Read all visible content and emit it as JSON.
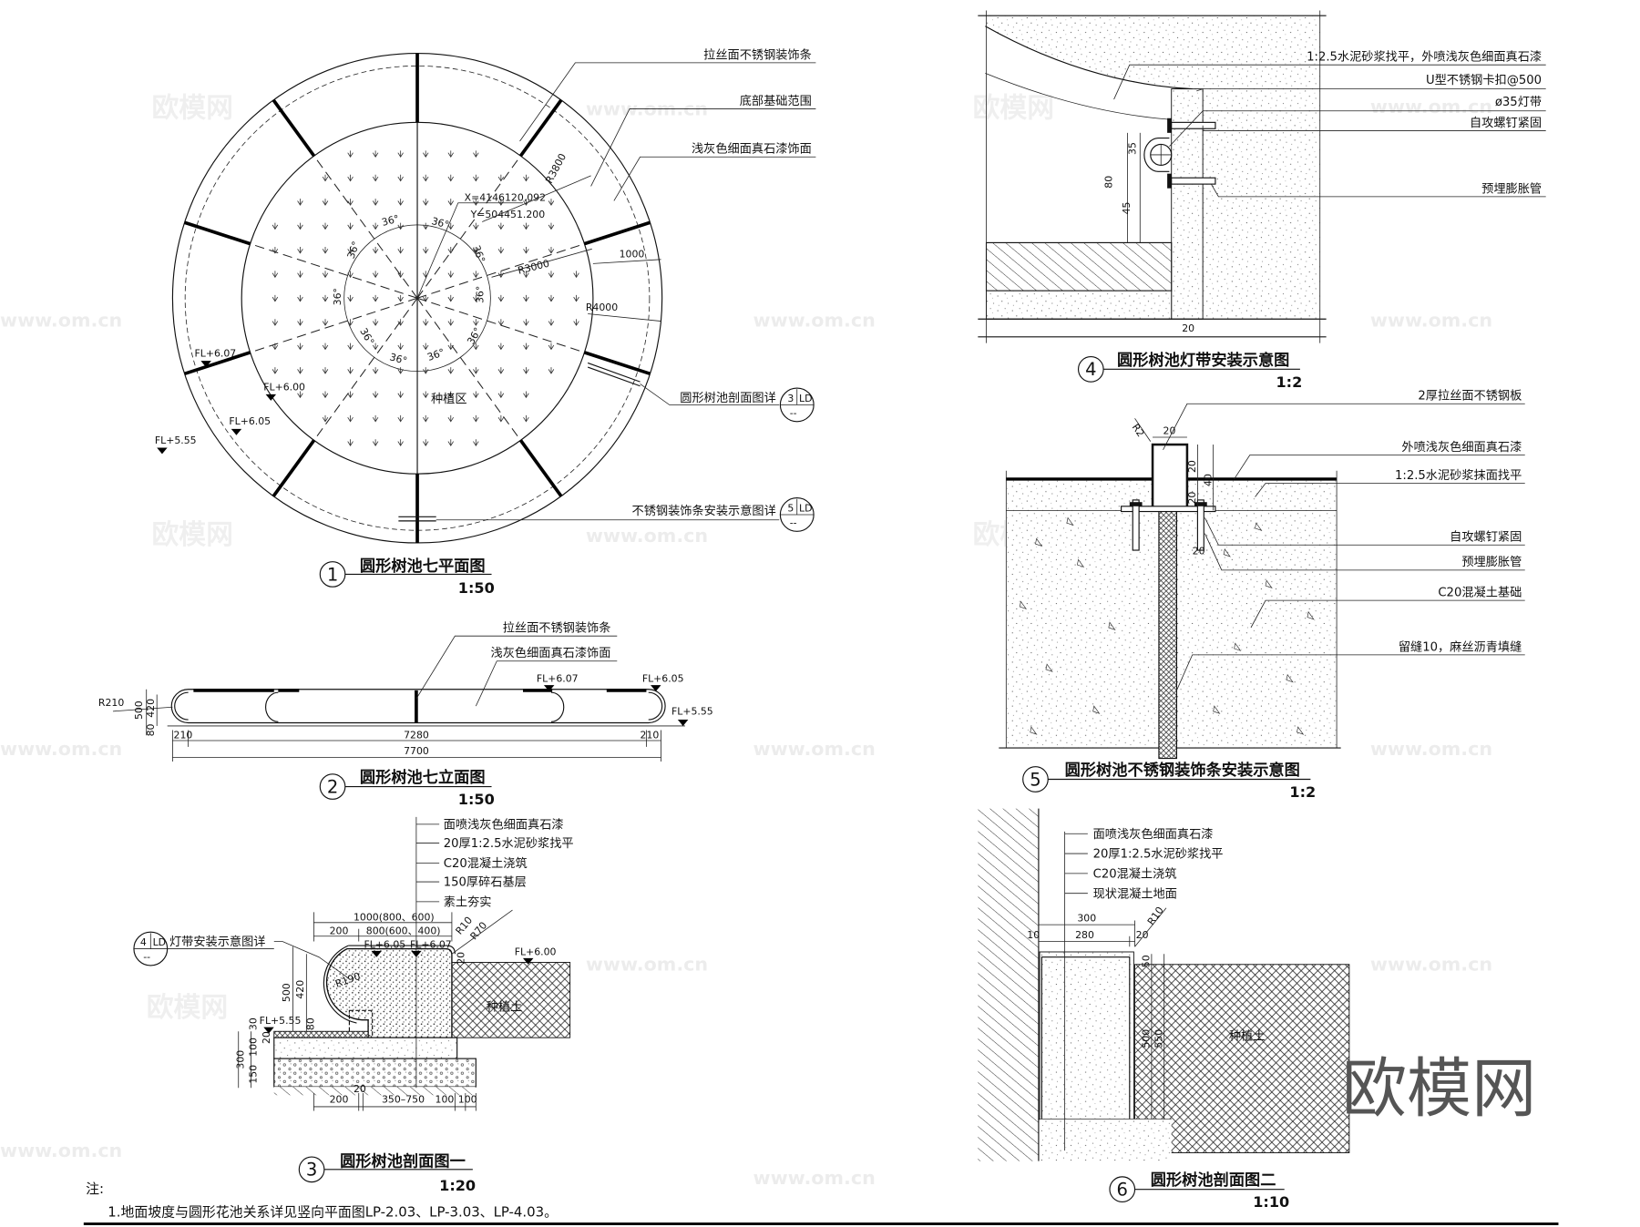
{
  "watermarks": {
    "brand": "欧模网",
    "url": "www.om.cn"
  },
  "drawing1": {
    "num": "1",
    "title": "圆形树池七平面图",
    "scale": "1:50",
    "callouts": {
      "strip": "拉丝面不锈钢装饰条",
      "foundation": "底部基础范围",
      "finish": "浅灰色细面真石漆饰面",
      "section_ref": "圆形树池剖面图详",
      "strip_ref": "不锈钢装饰条安装示意图详"
    },
    "section_ref_tag": {
      "num": "3",
      "sheet": "LD",
      "sub": "--"
    },
    "strip_ref_tag": {
      "num": "5",
      "sheet": "LD",
      "sub": "--"
    },
    "coord_x": "X=4146120.092",
    "coord_y": "Y=504451.200",
    "angle": "36°",
    "radii": {
      "r3800": "R3800",
      "r3000": "R3000",
      "r4000": "R4000",
      "width": "1000"
    },
    "zone": "种植区",
    "levels": {
      "l607": "FL+6.07",
      "l600": "FL+6.00",
      "l605": "FL+6.05",
      "l555": "FL+5.55"
    }
  },
  "drawing2": {
    "num": "2",
    "title": "圆形树池七立面图",
    "scale": "1:50",
    "callouts": {
      "strip": "拉丝面不锈钢装饰条",
      "finish": "浅灰色细面真石漆饰面"
    },
    "levels": {
      "l607": "FL+6.07",
      "l605": "FL+6.05",
      "l555": "FL+5.55"
    },
    "dims": {
      "r": "R210",
      "h500": "500",
      "h420": "420",
      "h80": "80",
      "end_l": "210",
      "inner": "7280",
      "total": "7700",
      "end_r": "210"
    }
  },
  "drawing3": {
    "num": "3",
    "title": "圆形树池剖面图一",
    "scale": "1:20",
    "layers": [
      "面喷浅灰色细面真石漆",
      "20厚1:2.5水泥砂浆找平",
      "C20混凝土浇筑",
      "150厚碎石基层",
      "素土夯实"
    ],
    "light_ref": "灯带安装示意图详",
    "light_ref_tag": {
      "num": "4",
      "sheet": "LD",
      "sub": "--"
    },
    "dims": {
      "top_total": "1000(800、600)",
      "top_a": "200",
      "top_b": "800(600、400)",
      "r10": "R10",
      "r70": "R70",
      "r190": "R190",
      "v20": "20",
      "h500": "500",
      "h420": "420",
      "h80": "80",
      "h30": "30",
      "h20": "20",
      "h100": "100",
      "h150": "150",
      "h300": "300",
      "b200": "200",
      "b20": "20",
      "b350": "350–750",
      "b100a": "100",
      "b100b": "100"
    },
    "levels": {
      "l605": "FL+6.05",
      "l607": "FL+6.07",
      "l600": "FL+6.00",
      "l555": "FL+5.55"
    },
    "soil": "种植土"
  },
  "notes": {
    "heading": "注:",
    "items": [
      "1.地面坡度与圆形花池关系详见竖向平面图LP-2.03、LP-3.03、LP-4.03。"
    ]
  },
  "drawing4": {
    "num": "4",
    "title": "圆形树池灯带安装示意图",
    "scale": "1:2",
    "callouts": [
      "1:2.5水泥砂浆找平，外喷浅灰色细面真石漆",
      "U型不锈钢卡扣@500",
      "ø35灯带",
      "自攻螺钉紧固",
      "预埋膨胀管"
    ],
    "dims": {
      "d35": "35",
      "d80": "80",
      "d45": "45",
      "d20": "20"
    }
  },
  "drawing5": {
    "num": "5",
    "title": "圆形树池不锈钢装饰条安装示意图",
    "scale": "1:2",
    "callouts": [
      "2厚拉丝面不锈钢板",
      "外喷浅灰色细面真石漆",
      "1:2.5水泥砂浆抹面找平",
      "自攻螺钉紧固",
      "预埋膨胀管",
      "C20混凝土基础",
      "留缝10，麻丝沥青填缝"
    ],
    "dims": {
      "r2": "R2",
      "w20": "20",
      "h20a": "20",
      "h20b": "20",
      "h40": "40",
      "b20": "20"
    }
  },
  "drawing6": {
    "num": "6",
    "title": "圆形树池剖面图二",
    "scale": "1:10",
    "layers": [
      "面喷浅灰色细面真石漆",
      "20厚1:2.5水泥砂浆找平",
      "C20混凝土浇筑",
      "现状混凝土地面"
    ],
    "dims": {
      "w300": "300",
      "w280": "280",
      "w10": "10",
      "w20": "20",
      "r10": "R10",
      "h50": "50",
      "h500": "500",
      "h550": "550"
    },
    "soil": "种植土"
  }
}
